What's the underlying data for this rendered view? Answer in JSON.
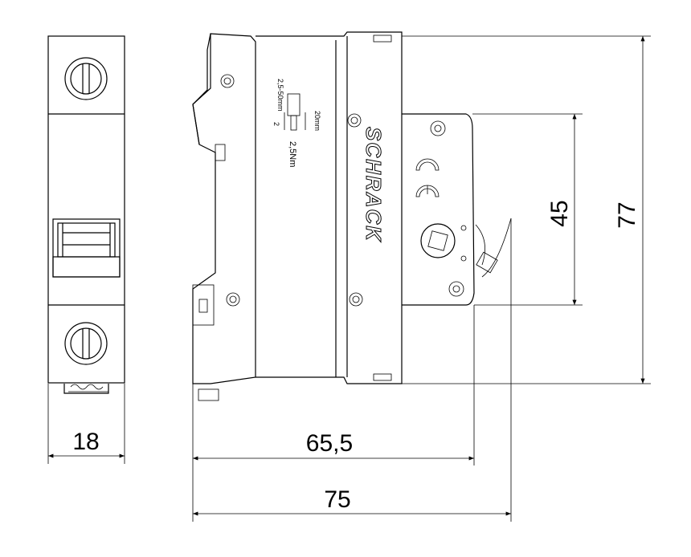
{
  "drawing": {
    "brand_logo": "SCHRACK",
    "certification_mark": "CE",
    "terminal_label": {
      "wire_range": "2,5-50mm",
      "wire_range_superscript": "2",
      "strip_length": "20mm",
      "torque": "2,5Nm"
    },
    "dimensions": {
      "width": "18",
      "depth_front": "65,5",
      "depth_total": "75",
      "front_height": "45",
      "total_height": "77"
    }
  }
}
